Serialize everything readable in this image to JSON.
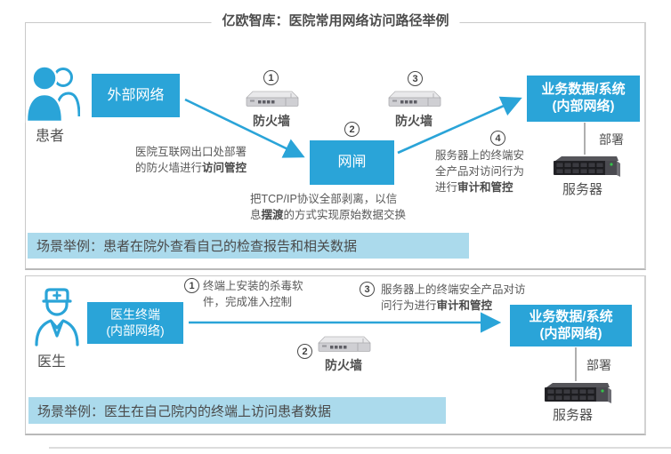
{
  "title": "亿欧智库：医院常用网络访问路径举例",
  "colors": {
    "accent_blue": "#2aa4d8",
    "scenario_banner_bg": "#abdaec",
    "node_text": "#ffffff",
    "body_text": "#595959",
    "frame_border": "#c9c9c9",
    "server_green_led": "#35c24a"
  },
  "icons": {
    "patient": "two-persons-icon",
    "doctor": "doctor-icon",
    "firewall": "network-appliance-icon",
    "server": "rack-server-icon"
  },
  "top": {
    "actor_label": "患者",
    "external_box": "外部网络",
    "gateway_box": "网闸",
    "business_box_line1": "业务数据/系统",
    "business_box_line2": "(内部网络)",
    "step1": "1",
    "step2": "2",
    "step3": "3",
    "step4": "4",
    "firewall1_label": "防火墙",
    "firewall2_label": "防火墙",
    "deploy_label": "部署",
    "server_label": "服务器",
    "firewall_note": [
      {
        "t": "医院互联网出口处部署"
      },
      {
        "br": true
      },
      {
        "t": "的防火墙进行"
      },
      {
        "t": "访问管控",
        "b": true
      }
    ],
    "gateway_note": [
      {
        "t": "把TCP/IP协议全部剥离，以信"
      },
      {
        "br": true
      },
      {
        "t": "息"
      },
      {
        "t": "摆渡",
        "b": true
      },
      {
        "t": "的方式实现原始数据交换"
      }
    ],
    "server_note": [
      {
        "t": "服务器上的终端安"
      },
      {
        "br": true
      },
      {
        "t": "全产品对访问行为"
      },
      {
        "br": true
      },
      {
        "t": "进行"
      },
      {
        "t": "审计和管控",
        "b": true
      }
    ],
    "scenario": "场景举例：患者在院外查看自己的检查报告和相关数据"
  },
  "bottom": {
    "actor_label": "医生",
    "terminal_box_line1": "医生终端",
    "terminal_box_line2": "(内部网络)",
    "step1": "1",
    "step2": "2",
    "step3": "3",
    "terminal_note": [
      {
        "t": "终端上安装的杀毒软"
      },
      {
        "br": true
      },
      {
        "t": "件，完成准入控制"
      }
    ],
    "server_note": [
      {
        "t": "服务器上的终端安全产品对访"
      },
      {
        "br": true
      },
      {
        "t": "问行为进行"
      },
      {
        "t": "审计和管控",
        "b": true
      }
    ],
    "firewall_label": "防火墙",
    "business_box_line1": "业务数据/系统",
    "business_box_line2": "(内部网络)",
    "deploy_label": "部署",
    "server_label": "服务器",
    "scenario": "场景举例：医生在自己院内的终端上访问患者数据"
  }
}
